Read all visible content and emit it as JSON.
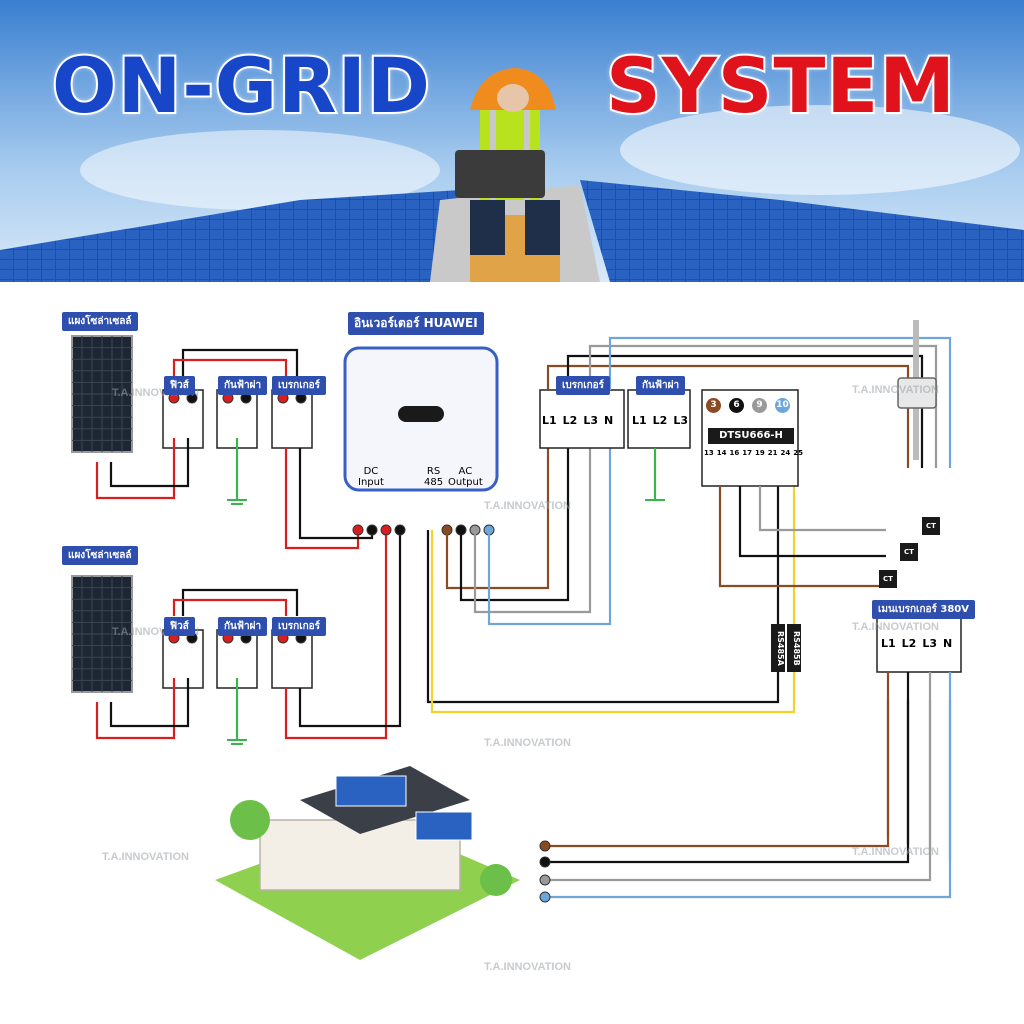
{
  "header": {
    "title_left": "ON-GRID",
    "title_right": "SYSTEM"
  },
  "panels": [
    {
      "label": "แผงโซล่าเซลล์"
    },
    {
      "label": "แผงโซล่าเซลล์"
    }
  ],
  "dc_boxes": {
    "fuse": "ฟิวส์",
    "surge": "กันฟ้าผ่า",
    "breaker": "เบรกเกอร์"
  },
  "inverter": {
    "label": "อินเวอร์เตอร์ HUAWEI",
    "dc_input_line1": "DC",
    "dc_input_line2": "Input",
    "rs485_line1": "RS",
    "rs485_line2": "485",
    "ac_output_line1": "AC",
    "ac_output_line2": "Output"
  },
  "ac_breaker": {
    "label": "เบรกเกอร์",
    "terminals": [
      "L1",
      "L2",
      "L3",
      "N"
    ]
  },
  "ac_surge": {
    "label": "กันฟ้าผ่า",
    "terminals": [
      "L1",
      "L2",
      "L3"
    ]
  },
  "meter": {
    "model": "DTSU666-H",
    "top_terminals": [
      "3",
      "6",
      "9",
      "10"
    ],
    "bottom_terminals": [
      "13",
      "14",
      "16",
      "17",
      "19",
      "21",
      "24",
      "25"
    ]
  },
  "rs485": {
    "a": "RS485A",
    "b": "RS485B"
  },
  "ct": {
    "label": "CT"
  },
  "main_breaker": {
    "label": "เมนเบรกเกอร์ 380V",
    "terminals": [
      "L1",
      "L2",
      "L3",
      "N"
    ]
  },
  "watermark": "T.A.INNOVATION",
  "colors": {
    "red_wire": "#d81e1e",
    "black_wire": "#111111",
    "brown_wire": "#8a4a22",
    "grey_wire": "#9a9a9a",
    "blue_wire": "#6ea6dc",
    "ground_wire": "#3bb54a",
    "yellow_wire": "#f2d22b",
    "tag_blue": "#2f4fae"
  }
}
